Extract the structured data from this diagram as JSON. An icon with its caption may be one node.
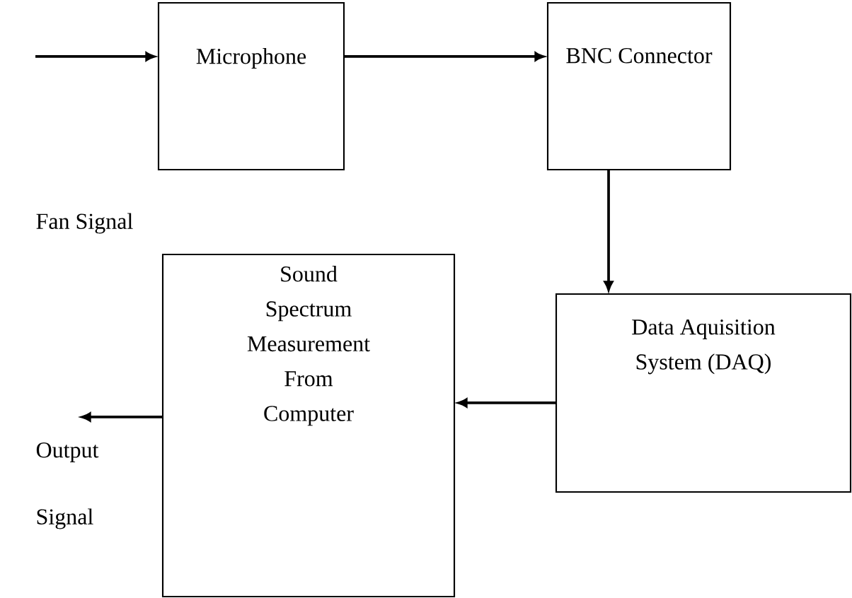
{
  "diagram": {
    "nodes": [
      {
        "text": [
          "Microphone"
        ]
      },
      {
        "text": [
          "BNC Connector"
        ]
      },
      {
        "text": [
          "Data Aquisition System (DAQ)"
        ]
      },
      {
        "text": [
          "Sound Spectrum Measurement From Computer"
        ]
      }
    ],
    "edges": [
      {
        "from": null,
        "to": 0,
        "arrow": "to"
      },
      {
        "from": 0,
        "to": 1,
        "arrow": "to"
      },
      {
        "from": 1,
        "to": 2,
        "arrow": "to"
      },
      {
        "from": 2,
        "to": 3,
        "arrow": "to"
      },
      {
        "from": 3,
        "to": null,
        "arrow": "to"
      }
    ],
    "labels": [
      "Fan Signal",
      "Output",
      "Signal"
    ]
  }
}
